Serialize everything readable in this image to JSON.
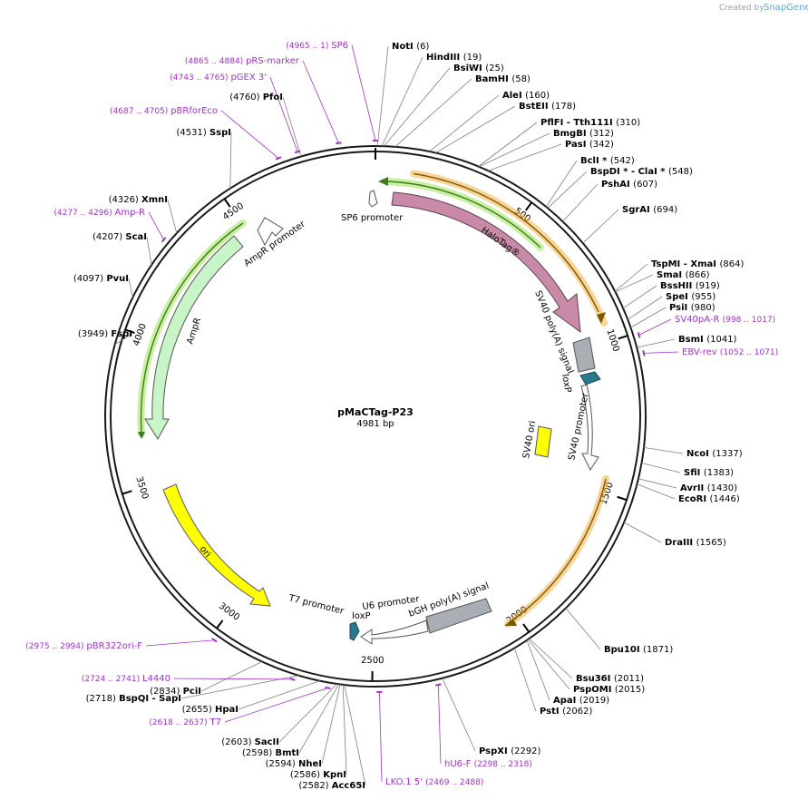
{
  "branding": {
    "created_by": "Created by",
    "brand": "SnapGene"
  },
  "plasmid": {
    "name": "pMaCTag-P23",
    "size_label": "4981 bp",
    "length": 4981
  },
  "ticks": [
    "500",
    "1000",
    "1500",
    "2000",
    "2500",
    "3000",
    "3500",
    "4000",
    "4500"
  ],
  "sites": [
    {
      "name": "NotI",
      "pos": "(6)",
      "bp": 6
    },
    {
      "name": "HindIII",
      "pos": "(19)",
      "bp": 19
    },
    {
      "name": "BsiWI",
      "pos": "(25)",
      "bp": 25
    },
    {
      "name": "BamHI",
      "pos": "(58)",
      "bp": 58
    },
    {
      "name": "AleI",
      "pos": "(160)",
      "bp": 160
    },
    {
      "name": "BstEII",
      "pos": "(178)",
      "bp": 178
    },
    {
      "name": "PflFI - Tth111I",
      "pos": "(310)",
      "bp": 310
    },
    {
      "name": "BmgBI",
      "pos": "(312)",
      "bp": 312
    },
    {
      "name": "PasI",
      "pos": "(342)",
      "bp": 342
    },
    {
      "name": "BclI *",
      "pos": "(542)",
      "bp": 542
    },
    {
      "name": "BspDI * - ClaI *",
      "pos": "(548)",
      "bp": 548
    },
    {
      "name": "PshAI",
      "pos": "(607)",
      "bp": 607
    },
    {
      "name": "SgrAI",
      "pos": "(694)",
      "bp": 694
    },
    {
      "name": "TspMI - XmaI",
      "pos": "(864)",
      "bp": 864
    },
    {
      "name": "SmaI",
      "pos": "(866)",
      "bp": 866
    },
    {
      "name": "BssHII",
      "pos": "(919)",
      "bp": 919
    },
    {
      "name": "SpeI",
      "pos": "(955)",
      "bp": 955
    },
    {
      "name": "PsiI",
      "pos": "(980)",
      "bp": 980
    },
    {
      "name": "BsmI",
      "pos": "(1041)",
      "bp": 1041
    },
    {
      "name": "NcoI",
      "pos": "(1337)",
      "bp": 1337
    },
    {
      "name": "SfiI",
      "pos": "(1383)",
      "bp": 1383
    },
    {
      "name": "AvrII",
      "pos": "(1430)",
      "bp": 1430
    },
    {
      "name": "EcoRI",
      "pos": "(1446)",
      "bp": 1446
    },
    {
      "name": "DraIII",
      "pos": "(1565)",
      "bp": 1565
    },
    {
      "name": "Bpu10I",
      "pos": "(1871)",
      "bp": 1871
    },
    {
      "name": "Bsu36I",
      "pos": "(2011)",
      "bp": 2011
    },
    {
      "name": "PspOMI",
      "pos": "(2015)",
      "bp": 2015
    },
    {
      "name": "ApaI",
      "pos": "(2019)",
      "bp": 2019
    },
    {
      "name": "PstI",
      "pos": "(2062)",
      "bp": 2062
    },
    {
      "name": "PspXI",
      "pos": "(2292)",
      "bp": 2292
    },
    {
      "name": "Acc65I",
      "pos": "(2582)",
      "bp": 2582
    },
    {
      "name": "KpnI",
      "pos": "(2586)",
      "bp": 2586
    },
    {
      "name": "NheI",
      "pos": "(2594)",
      "bp": 2594
    },
    {
      "name": "BmtI",
      "pos": "(2598)",
      "bp": 2598
    },
    {
      "name": "SacII",
      "pos": "(2603)",
      "bp": 2603
    },
    {
      "name": "HpaI",
      "pos": "(2655)",
      "bp": 2655
    },
    {
      "name": "BspQI - SapI",
      "pos": "(2718)",
      "bp": 2718
    },
    {
      "name": "PciI",
      "pos": "(2834)",
      "bp": 2834
    },
    {
      "name": "FspI",
      "pos": "(3949)",
      "bp": 3949
    },
    {
      "name": "PvuI",
      "pos": "(4097)",
      "bp": 4097
    },
    {
      "name": "ScaI",
      "pos": "(4207)",
      "bp": 4207
    },
    {
      "name": "XmnI",
      "pos": "(4326)",
      "bp": 4326
    },
    {
      "name": "SspI",
      "pos": "(4531)",
      "bp": 4531
    },
    {
      "name": "PfoI",
      "pos": "(4760)",
      "bp": 4760
    }
  ],
  "primers": [
    {
      "name": "SP6",
      "range": "(4965 .. 1)",
      "bp": 4981
    },
    {
      "name": "pRS-marker",
      "range": "(4865 .. 4884)",
      "bp": 4875
    },
    {
      "name": "pGEX 3'",
      "range": "(4743 .. 4765)",
      "bp": 4754
    },
    {
      "name": "pBRforEco",
      "range": "(4687 .. 4705)",
      "bp": 4696
    },
    {
      "name": "Amp-R",
      "range": "(4277 .. 4296)",
      "bp": 4287
    },
    {
      "name": "SV40pA-R",
      "range": "(998 .. 1017)",
      "bp": 1008
    },
    {
      "name": "EBV-rev",
      "range": "(1052 .. 1071)",
      "bp": 1062
    },
    {
      "name": "hU6-F",
      "range": "(2298 .. 2318)",
      "bp": 2308
    },
    {
      "name": "LKO.1 5'",
      "range": "(2469 .. 2488)",
      "bp": 2479
    },
    {
      "name": "T7",
      "range": "(2618 .. 2637)",
      "bp": 2628
    },
    {
      "name": "L4440",
      "range": "(2724 .. 2741)",
      "bp": 2733
    },
    {
      "name": "pBR322ori-F",
      "range": "(2975 .. 2994)",
      "bp": 2985
    }
  ],
  "features": [
    {
      "name": "SP6 promoter"
    },
    {
      "name": "HaloTag®"
    },
    {
      "name": "SV40 poly(A) signal"
    },
    {
      "name": "loxP"
    },
    {
      "name": "SV40 promoter"
    },
    {
      "name": "SV40 ori"
    },
    {
      "name": "AmpR promoter"
    },
    {
      "name": "AmpR"
    },
    {
      "name": "ori"
    },
    {
      "name": "T7 promoter"
    },
    {
      "name": "U6 promoter"
    },
    {
      "name": "bGH poly(A) signal"
    },
    {
      "name": "loxP"
    }
  ],
  "colors": {
    "backbone": "#1a1a1a",
    "site_line": "#808080",
    "primer": "#a232c8",
    "halotag": "#c98aa8",
    "orf_orange": "#f5b042",
    "orf_green": "#5a9e2f",
    "ampr": "#c8f5c8",
    "ori": "#ffff00",
    "polya": "#a9aeb5",
    "loxp": "#2a7a8c",
    "promoter": "#ffffff"
  }
}
